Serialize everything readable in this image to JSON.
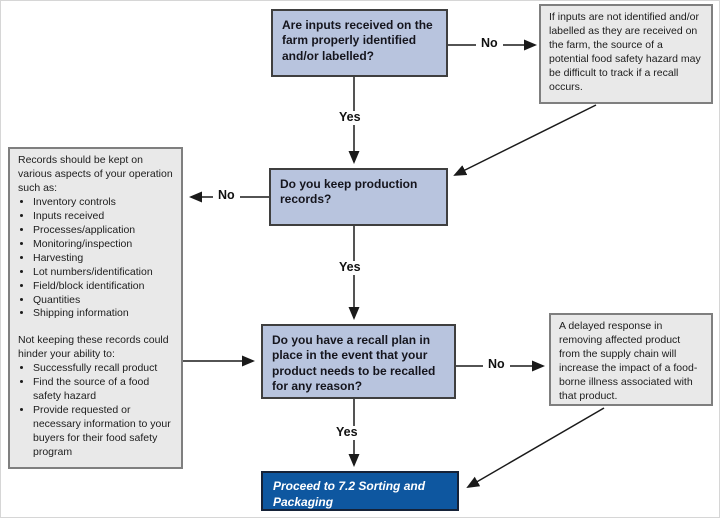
{
  "labels": {
    "yes": "Yes",
    "no": "No"
  },
  "colors": {
    "question_fill": "#b8c4de",
    "question_border": "#3f3f3f",
    "info_fill": "#e9e9e9",
    "info_border": "#7f7f7f",
    "end_fill": "#0e57a0",
    "end_text": "#ffffff",
    "arrow": "#1a1a1a"
  },
  "nodes": {
    "q1": {
      "text": "Are inputs received on the farm properly identified and/or labelled?"
    },
    "info_inputs": {
      "text": "If inputs are not identified and/or labelled as they are received on the farm, the source of a potential food safety hazard may be difficult to track if a recall occurs."
    },
    "q2": {
      "text": "Do you keep production records?"
    },
    "records": {
      "intro": "Records should be kept on various aspects of your operation such as:",
      "bullets": [
        "Inventory controls",
        "Inputs received",
        "Processes/application",
        "Monitoring/inspection",
        "Harvesting",
        "Lot numbers/identification",
        "Field/block identification",
        "Quantities",
        "Shipping information"
      ],
      "hinder_intro": "Not keeping these records could hinder your ability to:",
      "hinder_bullets": [
        "Successfully recall product",
        "Find the source of a food safety hazard",
        "Provide requested or necessary information to your buyers for their food safety program"
      ]
    },
    "q3": {
      "text": "Do you have a recall plan in place in the event that your product needs to be recalled for any reason?"
    },
    "info_delay": {
      "text": "A delayed response in removing affected product from the supply chain will increase the impact of a food-borne illness associated with that product."
    },
    "end": {
      "text": "Proceed to 7.2 Sorting and Packaging"
    }
  }
}
